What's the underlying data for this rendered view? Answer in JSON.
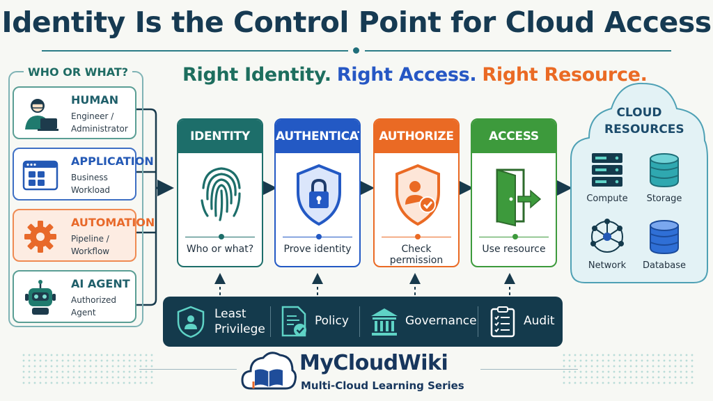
{
  "title": "Identity Is the Control Point for Cloud Access",
  "tagline": {
    "part1": "Right Identity.",
    "part2": "Right Access.",
    "part3": "Right Resource."
  },
  "who": {
    "label": "WHO OR WHAT?",
    "actors": [
      {
        "name": "HUMAN",
        "line1": "Engineer /",
        "line2": "Administrator",
        "icon": "person-laptop-icon",
        "color": "#1f7a6e"
      },
      {
        "name": "APPLICATION",
        "line1": "Business",
        "line2": "Workload",
        "icon": "app-window-icon",
        "color": "#2459b5"
      },
      {
        "name": "AUTOMATION",
        "line1": "Pipeline /",
        "line2": "Workflow",
        "icon": "gear-icon",
        "color": "#e8692a"
      },
      {
        "name": "AI AGENT",
        "line1": "Authorized",
        "line2": "Agent",
        "icon": "robot-icon",
        "color": "#1f7a6e"
      }
    ]
  },
  "steps": [
    {
      "title": "IDENTITY",
      "caption": "Who or what?",
      "icon": "fingerprint-icon",
      "color": "#1d6e6a"
    },
    {
      "title": "AUTHENTICATE",
      "caption": "Prove identity",
      "icon": "shield-lock-icon",
      "color": "#2359c4"
    },
    {
      "title": "AUTHORIZE",
      "caption": "Check permission",
      "icon": "shield-user-check-icon",
      "color": "#ea6a24"
    },
    {
      "title": "ACCESS",
      "caption": "Use resource",
      "icon": "door-arrow-icon",
      "color": "#3d9a3c"
    }
  ],
  "cloud": {
    "title_line1": "CLOUD",
    "title_line2": "RESOURCES",
    "resources": [
      {
        "label": "Compute",
        "icon": "server-icon"
      },
      {
        "label": "Storage",
        "icon": "storage-cylinder-icon"
      },
      {
        "label": "Network",
        "icon": "network-icon"
      },
      {
        "label": "Database",
        "icon": "database-icon"
      }
    ]
  },
  "governance": {
    "items": [
      {
        "label_line1": "Least",
        "label_line2": "Privilege",
        "icon": "shield-person-icon"
      },
      {
        "label": "Policy",
        "icon": "policy-document-icon"
      },
      {
        "label": "Governance",
        "icon": "institution-icon"
      },
      {
        "label": "Audit",
        "icon": "clipboard-checklist-icon"
      }
    ]
  },
  "brand": {
    "name": "MyCloudWiki",
    "subtitle": "Multi-Cloud Learning Series",
    "icon": "cloud-book-icon"
  }
}
